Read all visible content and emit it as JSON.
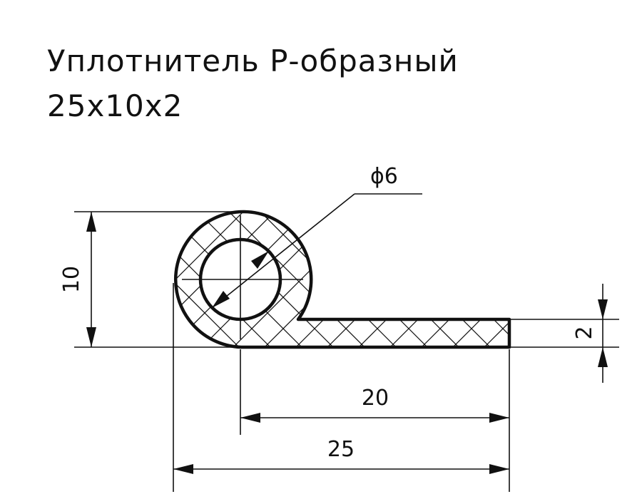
{
  "title": {
    "line1": "Уплотнитель Р-образный",
    "line2": "25x10x2"
  },
  "dimensions": {
    "height": "10",
    "thickness": "2",
    "tail_length": "20",
    "total_length": "25",
    "inner_diameter": "ϕ6"
  }
}
